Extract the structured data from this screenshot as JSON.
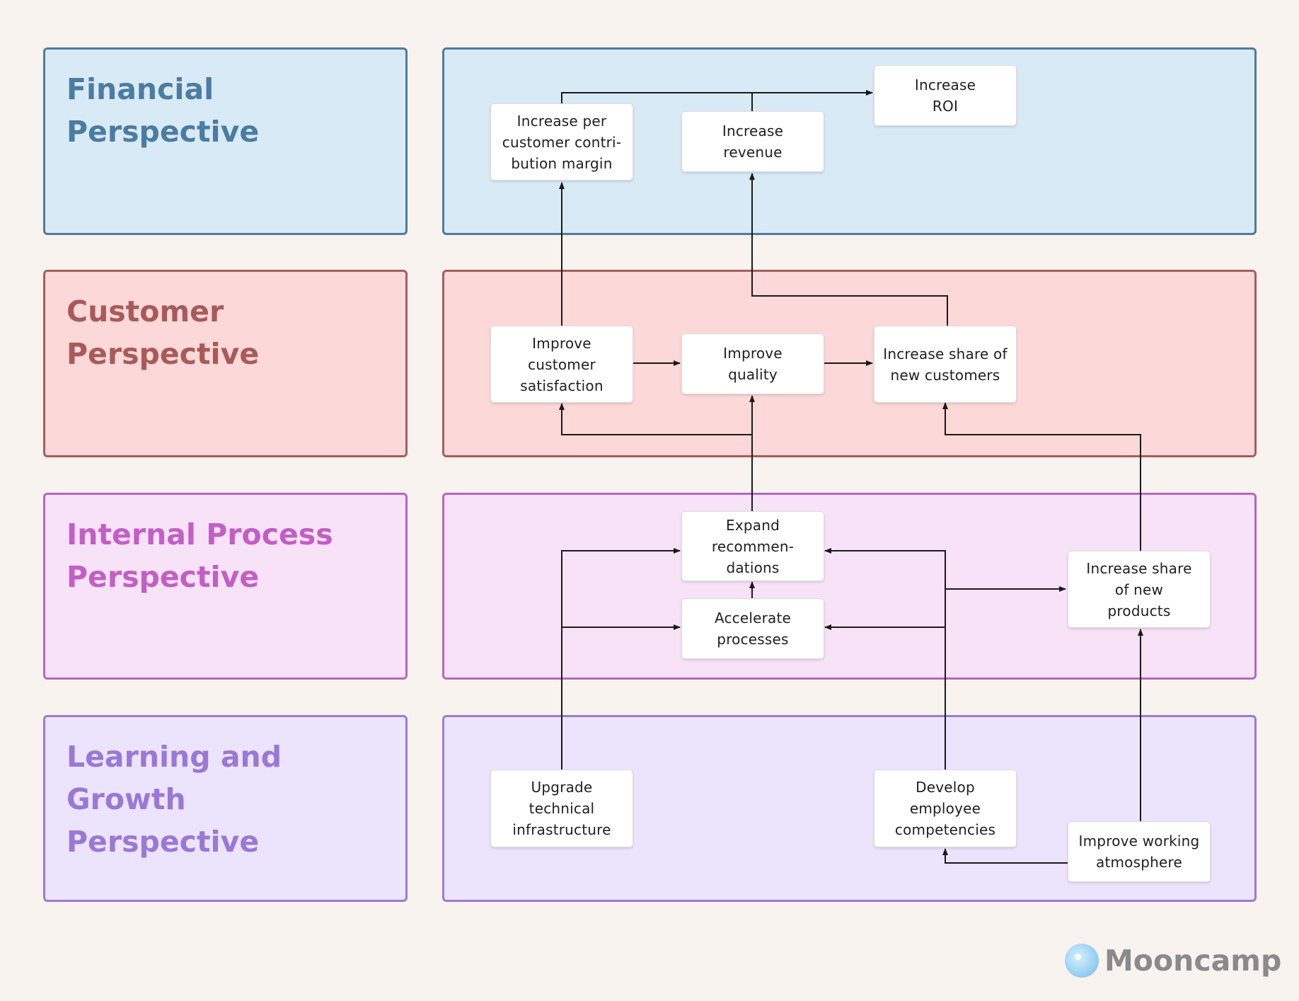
{
  "perspectives": {
    "financial": "Financial\nPerspective",
    "customer": "Customer\nPerspective",
    "internal": "Internal Process\nPerspective",
    "learning": "Learning and\nGrowth\nPerspective"
  },
  "nodes": {
    "per_customer_margin": "Increase per\ncustomer contri-\nbution margin",
    "increase_revenue": "Increase\nrevenue",
    "increase_roi": "Increase\nROI",
    "customer_satisfaction": "Improve\ncustomer\nsatisfaction",
    "improve_quality": "Improve\nquality",
    "share_new_customers": "Increase share of\nnew customers",
    "expand_recommendations": "Expand\nrecommen-\ndations",
    "accelerate_processes": "Accelerate\nprocesses",
    "share_new_products": "Increase share\nof new\nproducts",
    "upgrade_infrastructure": "Upgrade\ntechnical\ninfrastructure",
    "employee_competencies": "Develop\nemployee\ncompetencies",
    "working_atmosphere": "Improve working\natmosphere"
  },
  "logo": {
    "text": "Mooncamp"
  },
  "colors": {
    "financial": "#d9eaf7",
    "customer": "#fdd8d8",
    "internal": "#f8e2f8",
    "learning": "#ece4fc"
  }
}
